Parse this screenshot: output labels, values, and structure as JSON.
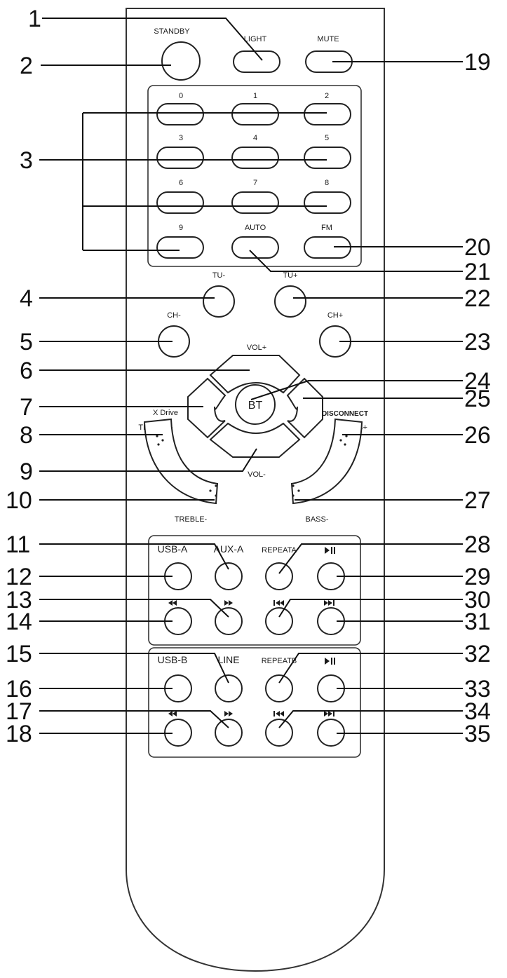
{
  "buttons": {
    "standby": "STANDBY",
    "light": "LIGHT",
    "mute": "MUTE",
    "n0": "0",
    "n1": "1",
    "n2": "2",
    "n3": "3",
    "n4": "4",
    "n5": "5",
    "n6": "6",
    "n7": "7",
    "n8": "8",
    "n9": "9",
    "auto": "AUTO",
    "fm": "FM",
    "tu_minus": "TU-",
    "tu_plus": "TU+",
    "ch_minus": "CH-",
    "ch_plus": "CH+",
    "vol_plus": "VOL+",
    "vol_minus": "VOL-",
    "bt": "BT",
    "x_drive": "X Drive",
    "disconnect": "DISCONNECT",
    "treble_plus": "TREBLE+",
    "treble_minus": "TREBLE-",
    "bass_plus": "BASS+",
    "bass_minus": "BASS-",
    "usb_a": "USB-A",
    "aux_a": "AUX-A",
    "repeat_a": "REPEATA",
    "usb_b": "USB-B",
    "line": "LINE",
    "repeat_b": "REPEATB"
  },
  "callouts": {
    "c1": "1",
    "c2": "2",
    "c3": "3",
    "c4": "4",
    "c5": "5",
    "c6": "6",
    "c7": "7",
    "c8": "8",
    "c9": "9",
    "c10": "10",
    "c11": "11",
    "c12": "12",
    "c13": "13",
    "c14": "14",
    "c15": "15",
    "c16": "16",
    "c17": "17",
    "c18": "18",
    "c19": "19",
    "c20": "20",
    "c21": "21",
    "c22": "22",
    "c23": "23",
    "c24": "24",
    "c25": "25",
    "c26": "26",
    "c27": "27",
    "c28": "28",
    "c29": "29",
    "c30": "30",
    "c31": "31",
    "c32": "32",
    "c33": "33",
    "c34": "34",
    "c35": "35"
  },
  "icons": {
    "rewind": "rewind-icon",
    "fast_forward": "fast-forward-icon",
    "previous": "previous-track-icon",
    "next": "next-track-icon",
    "play_pause": "play-pause-icon"
  }
}
